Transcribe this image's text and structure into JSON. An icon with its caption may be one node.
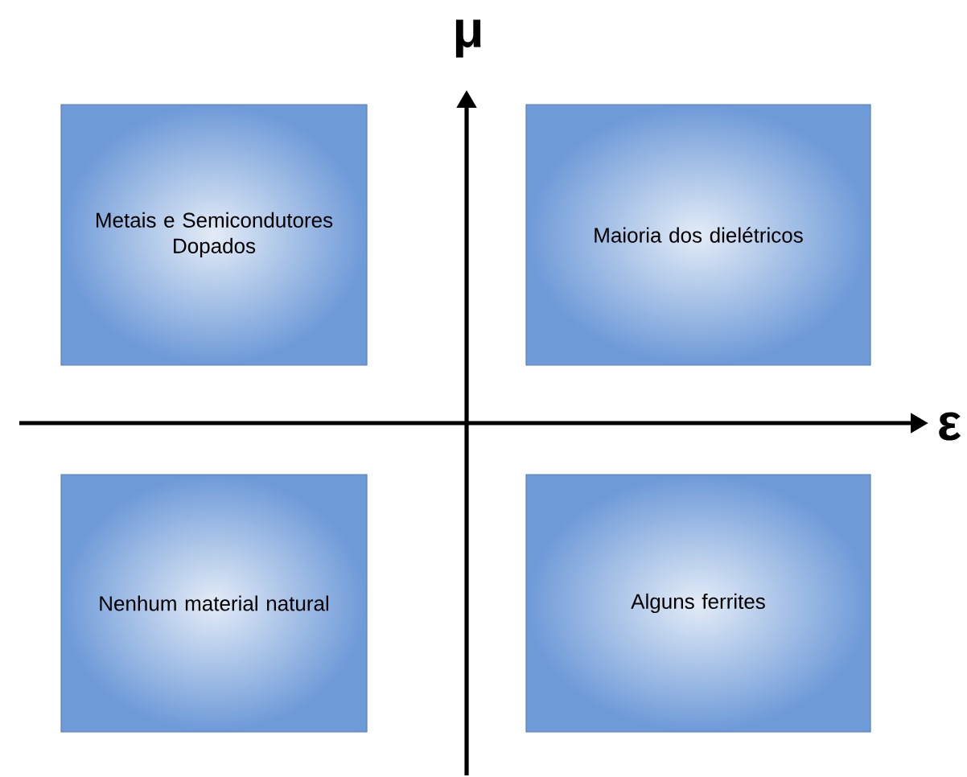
{
  "diagram": {
    "nodes": [
      {
        "text": [
          "Metais e Semicondutores Dopados"
        ]
      },
      {
        "text": [
          "Maioria dos dielétricos"
        ]
      },
      {
        "text": [
          "Nenhum material natural"
        ]
      },
      {
        "text": [
          "Alguns ferrites"
        ]
      }
    ],
    "labels": [
      "μ",
      "ε"
    ]
  }
}
